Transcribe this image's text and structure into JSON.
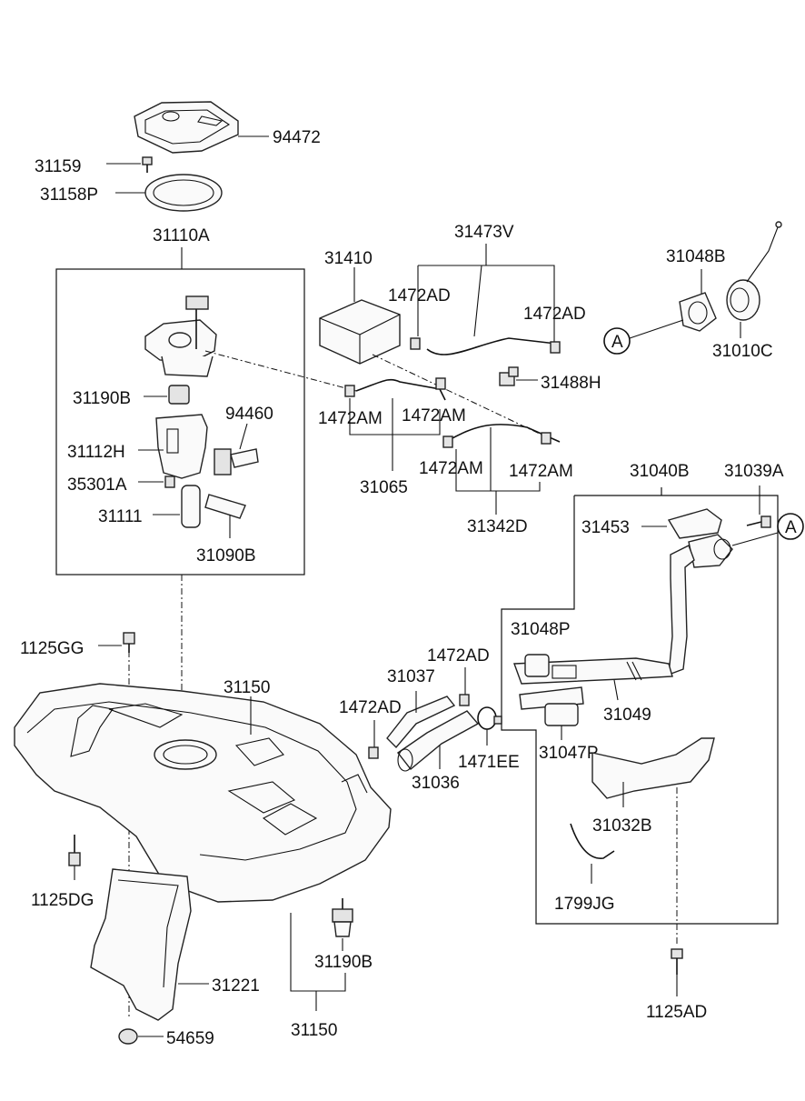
{
  "labels": {
    "p94472": "94472",
    "p31159": "31159",
    "p31158P": "31158P",
    "p31110A": "31110A",
    "p31190B_top": "31190B",
    "p94460": "94460",
    "p31112H": "31112H",
    "p35301A": "35301A",
    "p31111": "31111",
    "p31090B": "31090B",
    "p31410": "31410",
    "p31473V": "31473V",
    "p1472AD_a": "1472AD",
    "p1472AD_b": "1472AD",
    "p31488H": "31488H",
    "p1472AM_a": "1472AM",
    "p1472AM_b": "1472AM",
    "p31065": "31065",
    "p1472AM_c": "1472AM",
    "p1472AM_d": "1472AM",
    "p31342D": "31342D",
    "p31048B": "31048B",
    "p31010C": "31010C",
    "circleA_left": "A",
    "circleA_right": "A",
    "p31040B": "31040B",
    "p31039A": "31039A",
    "p31453": "31453",
    "p31048P": "31048P",
    "p31049": "31049",
    "p31047P": "31047P",
    "p31032B": "31032B",
    "p1799JG": "1799JG",
    "p1125AD": "1125AD",
    "p1125GG": "1125GG",
    "p31150_top": "31150",
    "p1472AD_c": "1472AD",
    "p31037": "31037",
    "p1472AD_d": "1472AD",
    "p31036": "31036",
    "p1471EE": "1471EE",
    "p1125DG": "1125DG",
    "p31221": "31221",
    "p54659": "54659",
    "p31190B_bottom": "31190B",
    "p31150_bottom": "31150"
  }
}
